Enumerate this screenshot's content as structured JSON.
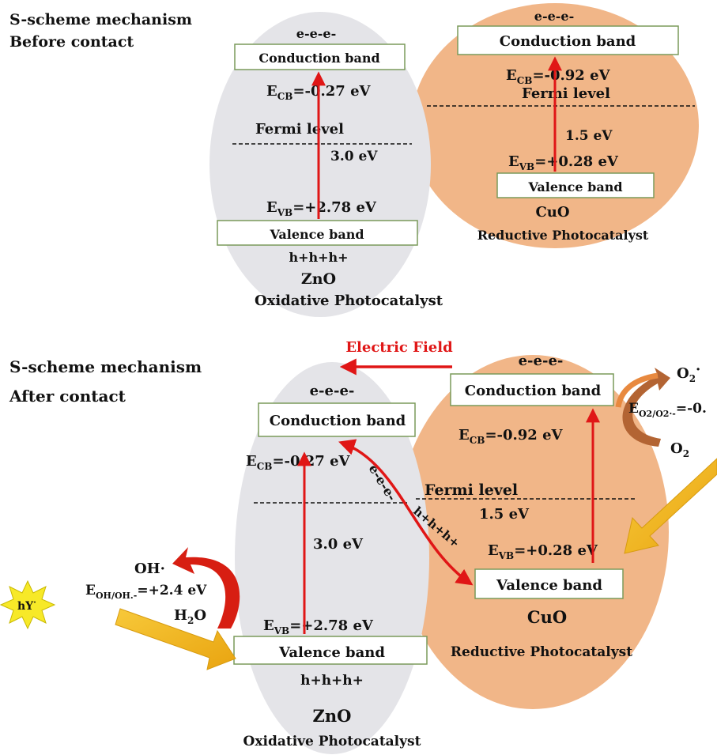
{
  "before": {
    "title_line1": "S-scheme mechanism",
    "title_line2": "Before contact",
    "zno": {
      "electrons": "e-e-e-",
      "cb_label": "Conduction band",
      "ecb_prefix": "E",
      "ecb_sub": "CB",
      "ecb_value": "=-0.27 eV",
      "fermi": "Fermi level",
      "gap": "3.0 eV",
      "evb_prefix": "E",
      "evb_sub": "VB",
      "evb_value": "=+2.78 eV",
      "vb_label": "Valence band",
      "holes": "h+h+h+",
      "name": "ZnO",
      "role": "Oxidative Photocatalyst"
    },
    "cuo": {
      "electrons": "e-e-e-",
      "cb_label": "Conduction band",
      "ecb_prefix": "E",
      "ecb_sub": "CB",
      "ecb_value": "=-0.92 eV",
      "fermi": "Fermi level",
      "gap": "1.5 eV",
      "evb_prefix": "E",
      "evb_sub": "VB",
      "evb_value": "=+0.28 eV",
      "vb_label": "Valence band",
      "name": "CuO",
      "role": "Reductive Photocatalyst"
    }
  },
  "after": {
    "title_line1": "S-scheme mechanism",
    "title_line2": "After contact",
    "electric_field": "Electric Field",
    "zno": {
      "electrons": "e-e-e-",
      "cb_label": "Conduction band",
      "ecb_prefix": "E",
      "ecb_sub": "CB",
      "ecb_value": "=-0.27 eV",
      "gap": "3.0 eV",
      "evb_prefix": "E",
      "evb_sub": "VB",
      "evb_value": "=+2.78 eV",
      "vb_label": "Valence band",
      "holes": "h+h+h+",
      "name": "ZnO",
      "role": "Oxidative Photocatalyst"
    },
    "cuo": {
      "electrons": "e-e-e-",
      "cb_label": "Conduction band",
      "ecb_prefix": "E",
      "ecb_sub": "CB",
      "ecb_value": "=-0.92 eV",
      "fermi": "Fermi level",
      "gap": "1.5 eV",
      "evb_prefix": "E",
      "evb_sub": "VB",
      "evb_value": "=+0.28 eV",
      "vb_label": "Valence band",
      "name": "CuO",
      "role": "Reductive Photocatalyst"
    },
    "transfer_electrons": "e-e-e-",
    "transfer_holes": "h+h+h+",
    "oh_radical": "OH·",
    "eoh_prefix": "E",
    "eoh_sub": "OH/OH.-",
    "eoh_value": "=+2.4 eV",
    "water": "H",
    "water_sub": "2",
    "water_end": "O",
    "o2_radical": "O",
    "o2_radical_sub": "2",
    "o2_radical_sup": "·",
    "eo2_prefix": "E",
    "eo2_sub": "O2/O2·-",
    "eo2_value": "=-0.",
    "o2": "O",
    "o2_sub": "2",
    "light": "hY",
    "light_sup": "·"
  },
  "colors": {
    "zno_ellipse": "#e4e4e8",
    "cuo_ellipse": "#f1b688",
    "arrow_red": "#e01616",
    "light_arrow": "#f2b51a",
    "sun": "#f7e928",
    "o2_arrow_top": "#e8893f",
    "o2_arrow_bottom": "#a0532a",
    "box_border": "#7a9a5a"
  }
}
